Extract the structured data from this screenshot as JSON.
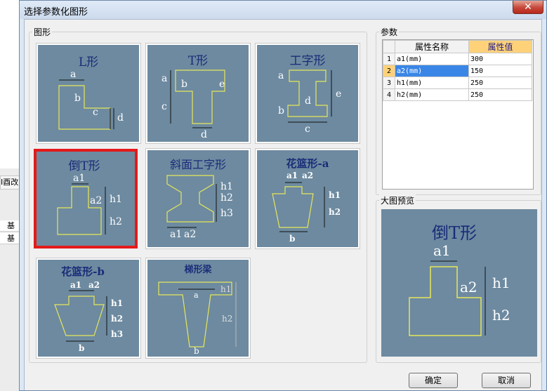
{
  "background_window": {
    "strip_text": "I酉改",
    "rows": [
      "基",
      "基"
    ]
  },
  "dialog": {
    "title": "选择参数化图形",
    "close_glyph": "✕"
  },
  "shapes_group": {
    "label": "图形",
    "tiles": [
      {
        "title": "L形",
        "labels": [
          "a",
          "b",
          "c",
          "d"
        ]
      },
      {
        "title": "T形",
        "labels": [
          "a",
          "b",
          "c",
          "d",
          "e"
        ]
      },
      {
        "title": "工字形",
        "labels": [
          "a",
          "b",
          "c",
          "d",
          "e"
        ]
      },
      {
        "title": "倒T形",
        "labels": [
          "a1",
          "a2",
          "h1",
          "h2"
        ]
      },
      {
        "title": "斜面工字形",
        "labels": [
          "h1",
          "h2",
          "h3",
          "a1",
          "a2"
        ]
      },
      {
        "title": "花篮形-a",
        "labels": [
          "a1",
          "a2",
          "h1",
          "h2",
          "b"
        ]
      },
      {
        "title": "花篮形-b",
        "labels": [
          "a1",
          "a2",
          "h1",
          "h2",
          "h3",
          "b"
        ]
      },
      {
        "title": "梯形梁",
        "labels": [
          "h1",
          "a",
          "h2",
          "b"
        ]
      }
    ],
    "selected_index": 3
  },
  "params_group": {
    "label": "参数",
    "columns": [
      "属性名称",
      "属性值"
    ],
    "rows": [
      {
        "num": "1",
        "name": "a1(mm)",
        "value": "300"
      },
      {
        "num": "2",
        "name": "a2(mm)",
        "value": "150"
      },
      {
        "num": "3",
        "name": "h1(mm)",
        "value": "250"
      },
      {
        "num": "4",
        "name": "h2(mm)",
        "value": "250"
      }
    ],
    "selected_row": 1
  },
  "preview_group": {
    "label": "大图预览",
    "title": "倒T形",
    "labels": [
      "a1",
      "a2",
      "h1",
      "h2"
    ]
  },
  "buttons": {
    "ok": "确定",
    "cancel": "取消"
  },
  "colors": {
    "tile_bg": "#6d8aa0",
    "shape_outline": "#e6e65a",
    "selection": "#e41a1a",
    "title_text": "#1a2c78"
  }
}
